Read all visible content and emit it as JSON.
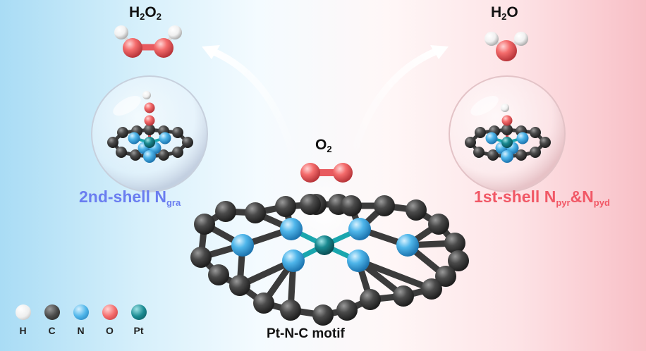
{
  "labels": {
    "left_product": {
      "main": "H",
      "sub1": "2",
      "mid": "O",
      "sub2": "2"
    },
    "right_product": {
      "main": "H",
      "sub1": "2",
      "mid": "O"
    },
    "reactant": {
      "main": "O",
      "sub1": "2"
    },
    "left_shell": {
      "main": "2nd-shell N",
      "sub": "gra"
    },
    "right_shell": {
      "main": "1st-shell N",
      "sub1": "pyr",
      "mid": "&N",
      "sub2": "pyd"
    },
    "motif": "Pt-N-C motif"
  },
  "legend": [
    {
      "label": "H",
      "color": "#f5f5f5"
    },
    {
      "label": "C",
      "color": "#4a4a4a"
    },
    {
      "label": "N",
      "color": "#4fb6ea"
    },
    {
      "label": "O",
      "color": "#f46c6c"
    },
    {
      "label": "Pt",
      "color": "#1a8a91"
    }
  ],
  "colors": {
    "carbon": "#4a4a4a",
    "nitrogen": "#4fb6ea",
    "oxygen": "#f46c6c",
    "hydrogen": "#f5f5f5",
    "platinum": "#1a8a91",
    "left_shell_text": "#6a7df0",
    "right_shell_text": "#f15866"
  }
}
